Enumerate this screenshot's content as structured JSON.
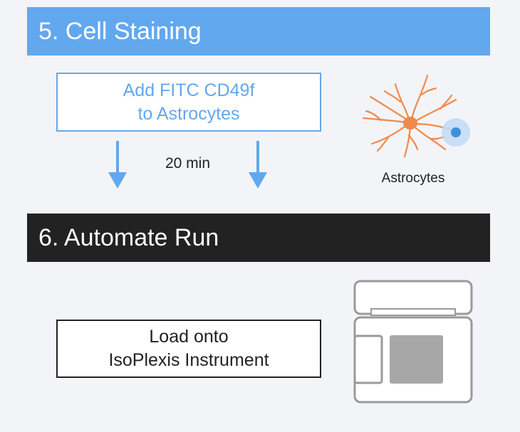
{
  "steps": [
    {
      "title": "5. Cell Staining"
    },
    {
      "title": "6. Automate Run"
    }
  ],
  "staining": {
    "instruction_line1": "Add FITC CD49f",
    "instruction_line2": "to Astrocytes",
    "duration": "20 min",
    "cell_label": "Astrocytes"
  },
  "run": {
    "instruction_line1": "Load onto",
    "instruction_line2": "IsoPlexis Instrument"
  },
  "icons": [
    "arrow-down-icon",
    "astrocyte-cell-icon",
    "instrument-icon"
  ],
  "colors": {
    "accent_blue": "#62a8ef",
    "dark_banner": "#222222",
    "cell_orange": "#f08a4b",
    "background": "#f3f4f7"
  }
}
